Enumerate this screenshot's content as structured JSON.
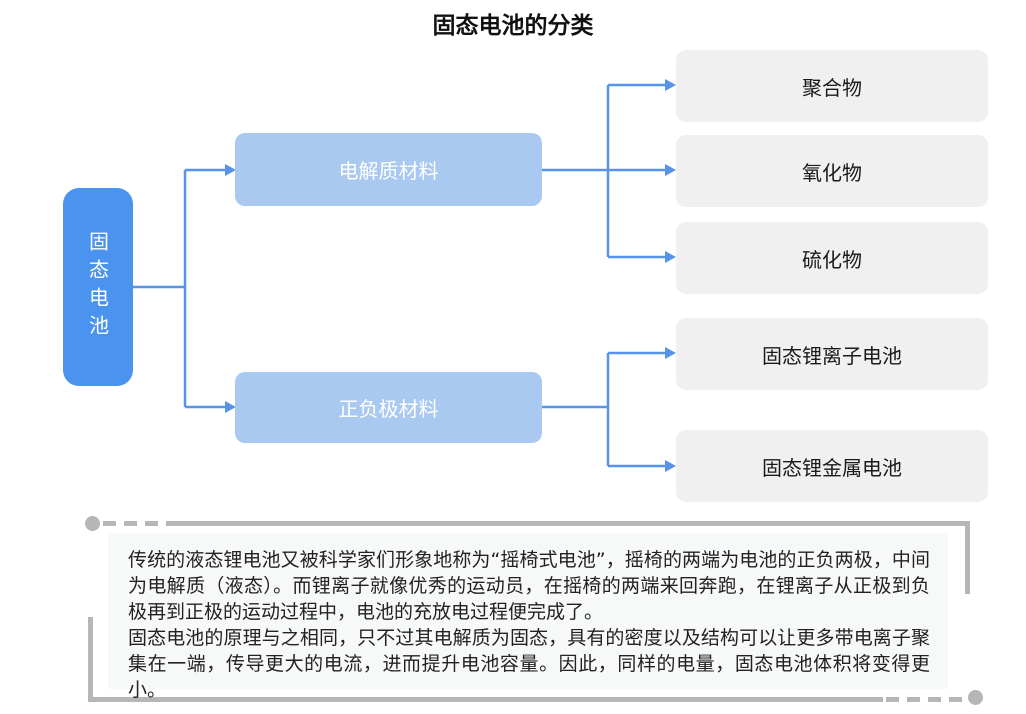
{
  "title": "固态电池的分类",
  "diagram": {
    "root": {
      "label": "固态电池"
    },
    "branches": [
      {
        "label": "电解质材料",
        "children": [
          "聚合物",
          "氧化物",
          "硫化物"
        ]
      },
      {
        "label": "正负极材料",
        "children": [
          "固态锂离子电池",
          "固态锂金属电池"
        ]
      }
    ]
  },
  "note": {
    "paragraphs": [
      "传统的液态锂电池又被科学家们形象地称为“摇椅式电池”，摇椅的两端为电池的正负两极，中间为电解质（液态）。而锂离子就像优秀的运动员，在摇椅的两端来回奔跑，在锂离子从正极到负极再到正极的运动过程中，电池的充放电过程便完成了。",
      "固态电池的原理与之相同，只不过其电解质为固态，具有的密度以及结构可以让更多带电离子聚集在一端，传导更大的电流，进而提升电池容量。因此，同样的电量，固态电池体积将变得更小。"
    ]
  },
  "colors": {
    "root_box": "#4a93ee",
    "branch_box": "#a9c9f1",
    "leaf_box": "#f0f0f1",
    "connector": "#5793e8",
    "frame_gray": "#b6b6b6",
    "note_bg": "#f7f8f8"
  }
}
